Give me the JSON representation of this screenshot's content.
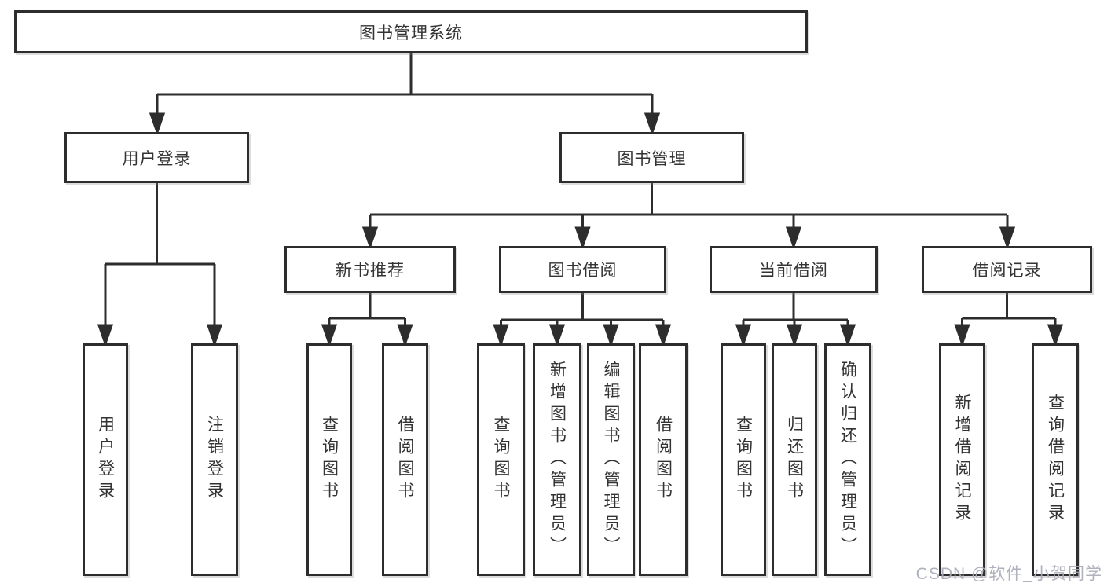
{
  "diagram_title": "图书管理系统",
  "nodes": {
    "root": "图书管理系统",
    "l2": [
      "用户登录",
      "图书管理"
    ],
    "l3": [
      "新书推荐",
      "图书借阅",
      "当前借阅",
      "借阅记录"
    ],
    "leaves": [
      [
        "用户登录",
        "注销登录"
      ],
      [
        "查询图书",
        "借阅图书"
      ],
      [
        "查询图书",
        "新增图书（管理员）",
        "编辑图书（管理员）",
        "借阅图书"
      ],
      [
        "查询图书",
        "归还图书",
        "确认归还（管理员）"
      ],
      [
        "新增借阅记录",
        "查询借阅记录"
      ]
    ]
  },
  "watermark": "CSDN @软件_小贺同学",
  "colors": {
    "line": "#2d2d2d",
    "text": "#333333",
    "background": "#ffffff",
    "watermark": "#a8aab6"
  }
}
